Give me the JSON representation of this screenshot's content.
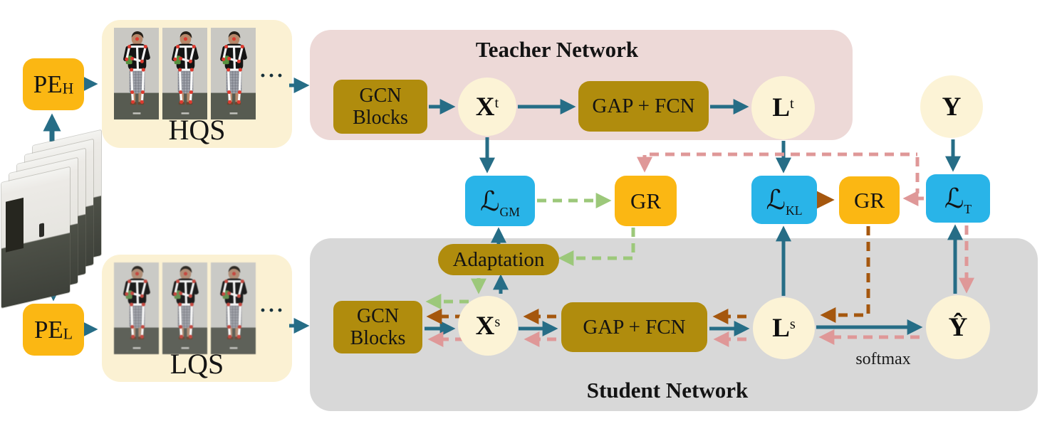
{
  "pipeline": {
    "pe_h": {
      "base": "PE",
      "sub": "H"
    },
    "pe_l": {
      "base": "PE",
      "sub": "L"
    },
    "hqs_label": "HQS",
    "lqs_label": "LQS",
    "ellipsis": "···"
  },
  "teacher": {
    "title": "Teacher Network",
    "gcn_line1": "GCN",
    "gcn_line2": "Blocks",
    "gap_fcn": "GAP + FCN",
    "x_node": {
      "base": "X",
      "sup": "t"
    },
    "l_node": {
      "base": "L",
      "sup": "t"
    }
  },
  "student": {
    "title": "Student Network",
    "gcn_line1": "GCN",
    "gcn_line2": "Blocks",
    "gap_fcn": "GAP + FCN",
    "x_node": {
      "base": "X",
      "sup": "s"
    },
    "l_node": {
      "base": "L",
      "sup": "s"
    },
    "y_hat_node": "Ŷ",
    "softmax_label": "softmax"
  },
  "distillation": {
    "adaptation": "Adaptation",
    "gr_label": "GR",
    "loss_gm": {
      "base": "ℒ",
      "sub": "GM"
    },
    "loss_kl": {
      "base": "ℒ",
      "sub": "KL"
    },
    "loss_t": {
      "base": "ℒ",
      "sub": "T"
    },
    "y_node": "Y"
  },
  "colors": {
    "teal_arrow": "#266d86",
    "green_arrow": "#9cc87a",
    "brown_arrow": "#a5570e",
    "pink_arrow": "#df9898",
    "loss_box_blue": "#29b4e8",
    "gr_box_orange": "#fbb713",
    "module_box_olive": "#b08c0d",
    "teacher_bg": "#edd9d7",
    "student_bg": "#d8d8d8",
    "node_circle_bg": "#fcf3d6",
    "strip_bg": "#fbf1d3"
  }
}
